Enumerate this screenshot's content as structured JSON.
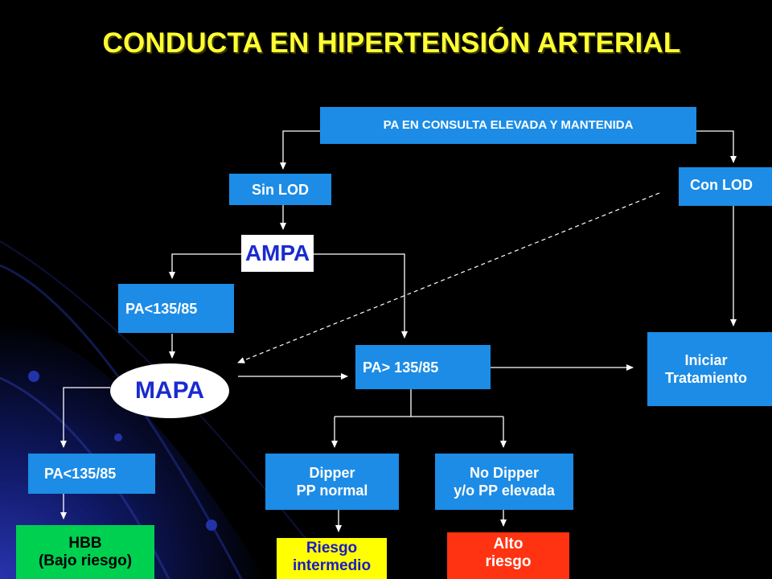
{
  "title": "CONDUCTA EN HIPERTENSIÓN ARTERIAL",
  "nodes": {
    "pa_consulta": "PA EN CONSULTA  ELEVADA Y MANTENIDA",
    "sin_lod": "Sin  LOD",
    "con_lod": "Con LOD",
    "ampa": "AMPA",
    "pa_menor_ampa": "PA<135/85",
    "mapa": "MAPA",
    "pa_mayor": "PA> 135/85",
    "iniciar": "Iniciar\nTratamiento",
    "pa_menor_mapa": "PA<135/85",
    "dipper": "Dipper\nPP normal",
    "no_dipper": "No Dipper\ny/o PP elevada",
    "hbb": "HBB\n(Bajo riesgo)",
    "riesgo_intermedio": "Riesgo\nintermedio",
    "alto_riesgo": "Alto\nriesgo"
  },
  "colors": {
    "title": "#ffff33",
    "box": "#1c8ce6",
    "accent_text": "#1a2bd0",
    "low_risk": "#00d050",
    "mid_risk": "#ffff00",
    "high_risk": "#ff3311"
  }
}
